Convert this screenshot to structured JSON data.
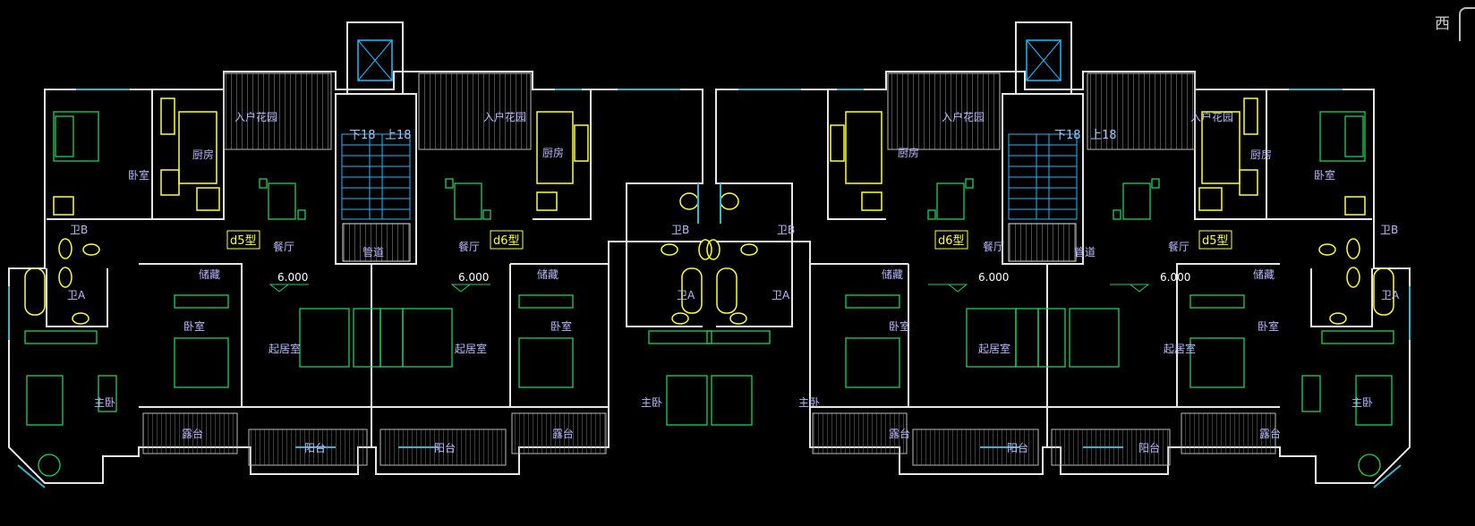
{
  "viewport": {
    "label": "西"
  },
  "colors": {
    "background": "#000000",
    "wall": "#e6e6e6",
    "furniture": "#1fd25a",
    "fixture": "#ffff33",
    "window": "#3ab4c8",
    "stair": "#22b8ff",
    "label": "#b9b9ff"
  },
  "units": [
    {
      "type": "d5型",
      "elevation": "6.000",
      "labels": [
        "入户花园",
        "厨房",
        "卧室",
        "餐厅",
        "起居室",
        "卧室",
        "储藏",
        "主卧",
        "露台",
        "阳台",
        "卫B",
        "卫A"
      ]
    },
    {
      "type": "d6型",
      "elevation": "6.000",
      "labels": [
        "入户花园",
        "厨房",
        "餐厅",
        "起居室",
        "卧室",
        "储藏",
        "露台",
        "阳台",
        "主卧",
        "卫B",
        "卫A"
      ]
    },
    {
      "type": "d6型",
      "elevation": "6.000",
      "labels": [
        "入户花园",
        "厨房",
        "餐厅",
        "起居室",
        "卧室",
        "储藏",
        "露台",
        "阳台",
        "主卧",
        "卫B",
        "卫A"
      ]
    },
    {
      "type": "d5型",
      "elevation": "6.000",
      "labels": [
        "入户花园",
        "厨房",
        "卧室",
        "餐厅",
        "起居室",
        "卧室",
        "储藏",
        "主卧",
        "露台",
        "阳台",
        "卫B",
        "卫A"
      ]
    }
  ],
  "stairs": [
    {
      "down": "下18",
      "up": "上18",
      "shaft": "管道"
    },
    {
      "down": "下18",
      "up": "上18",
      "shaft": "管道"
    }
  ]
}
